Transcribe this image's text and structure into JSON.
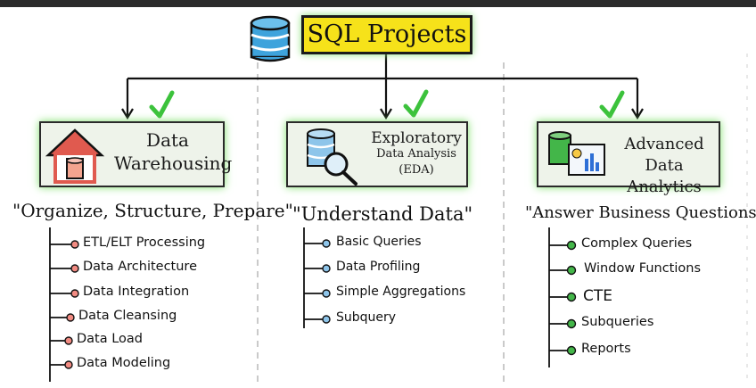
{
  "title": "SQL Projects",
  "columns": [
    {
      "title_lines": [
        "Data",
        "Warehousing"
      ],
      "tagline": "\"Organize, Structure, Prepare\"",
      "items": [
        "ETL/ELT Processing",
        "Data Architecture",
        "Data Integration",
        "Data Cleansing",
        "Data Load",
        "Data Modeling"
      ],
      "bullet_color": "#f28b82"
    },
    {
      "title_lines": [
        "Exploratory",
        "Data Analysis",
        "(EDA)"
      ],
      "tagline": "\"Understand Data\"",
      "items": [
        "Basic Queries",
        "Data Profiling",
        "Simple Aggregations",
        "Subquery"
      ],
      "bullet_color": "#8ec5ea"
    },
    {
      "title_lines": [
        "Advanced",
        "Data Analytics"
      ],
      "tagline": "\"Answer Business Questions\"",
      "items": [
        "Complex Queries",
        "Window Functions",
        "CTE",
        "Subqueries",
        "Reports"
      ],
      "bullet_color": "#43b649"
    }
  ],
  "colors": {
    "title_bg": "#f6e21a",
    "glow": "#7ee06b",
    "check": "#3cc23c"
  }
}
